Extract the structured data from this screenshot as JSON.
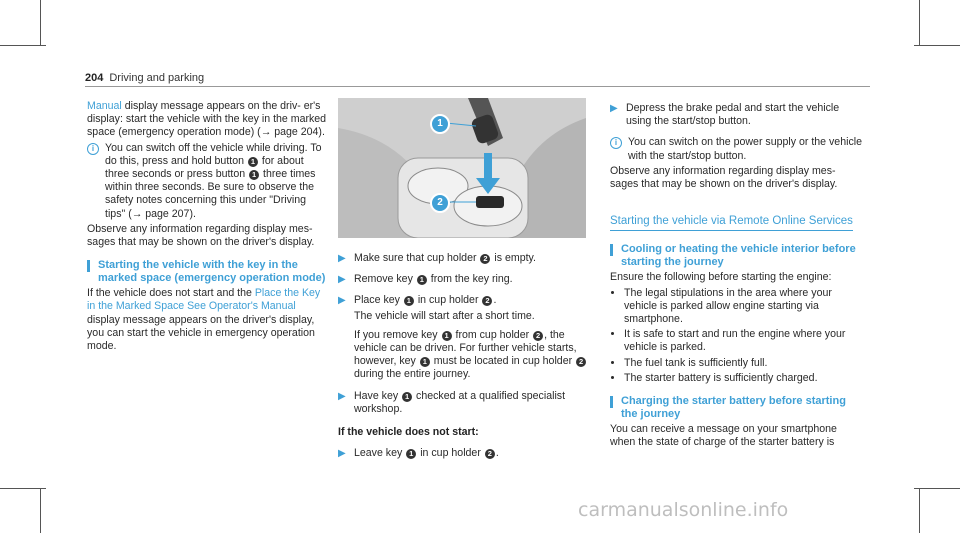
{
  "header": {
    "page_number": "204",
    "title": "Driving and parking"
  },
  "col1": {
    "p1_link": "Manual",
    "p1_text": " display message appears on the driv- er's display: start the vehicle with the key in the marked space (emergency operation mode) (→ page 204).",
    "note1_a": "You can switch off the vehicle while driving. To do this, press and hold button ",
    "note1_b": " for about three seconds or press button ",
    "note1_c": " three times within three seconds. Be sure to observe the safety notes concerning this under \"Driving tips\" (→ page 207).",
    "p2": "Observe any information regarding display mes- sages that may be shown on the driver's display.",
    "subhead": "Starting the vehicle with the key in the marked space (emergency operation mode)",
    "p3_a": "If the vehicle does not start and the ",
    "p3_link": "Place the Key in the Marked Space See Operator's Manual",
    "p3_b": " display message appears on the driver's display, you can start the vehicle in emergency operation mode."
  },
  "figure": {
    "callout1": "1",
    "callout2": "2"
  },
  "col2": {
    "step1_a": "Make sure that cup holder ",
    "step1_b": " is empty.",
    "step2_a": "Remove key ",
    "step2_b": " from the key ring.",
    "step3_a": "Place key ",
    "step3_b": " in cup holder ",
    "step3_c": ".",
    "step3_p2": "The vehicle will start after a short time.",
    "step3_p3_a": "If you remove key ",
    "step3_p3_b": " from cup holder ",
    "step3_p3_c": ", the vehicle can be driven. For further vehicle starts, however, key ",
    "step3_p3_d": " must be located in cup holder ",
    "step3_p3_e": " during the entire journey.",
    "step4_a": "Have key ",
    "step4_b": " checked at a qualified specialist workshop.",
    "boldh": "If the vehicle does not start:",
    "step5_a": "Leave key ",
    "step5_b": " in cup holder ",
    "step5_c": "."
  },
  "col3": {
    "step1": "Depress the brake pedal and start the vehicle using the start/stop button.",
    "note1": "You can switch on the power supply or the vehicle with the start/stop button.",
    "p1": "Observe any information regarding display mes- sages that may be shown on the driver's display.",
    "section_title": "Starting the vehicle via Remote Online Services",
    "subhead1": "Cooling or heating the vehicle interior before starting the journey",
    "p2": "Ensure the following before starting the engine:",
    "bullets": [
      "The legal stipulations in the area where your vehicle is parked allow engine starting via smartphone.",
      "It is safe to start and run the engine where your vehicle is parked.",
      "The fuel tank is sufficiently full.",
      "The starter battery is sufficiently charged."
    ],
    "subhead2": "Charging the starter battery before starting the journey",
    "p3": "You can receive a message on your smartphone when the state of charge of the starter battery is"
  },
  "badges": {
    "one": "1",
    "two": "2"
  },
  "watermark": "carmanualsonline.info"
}
